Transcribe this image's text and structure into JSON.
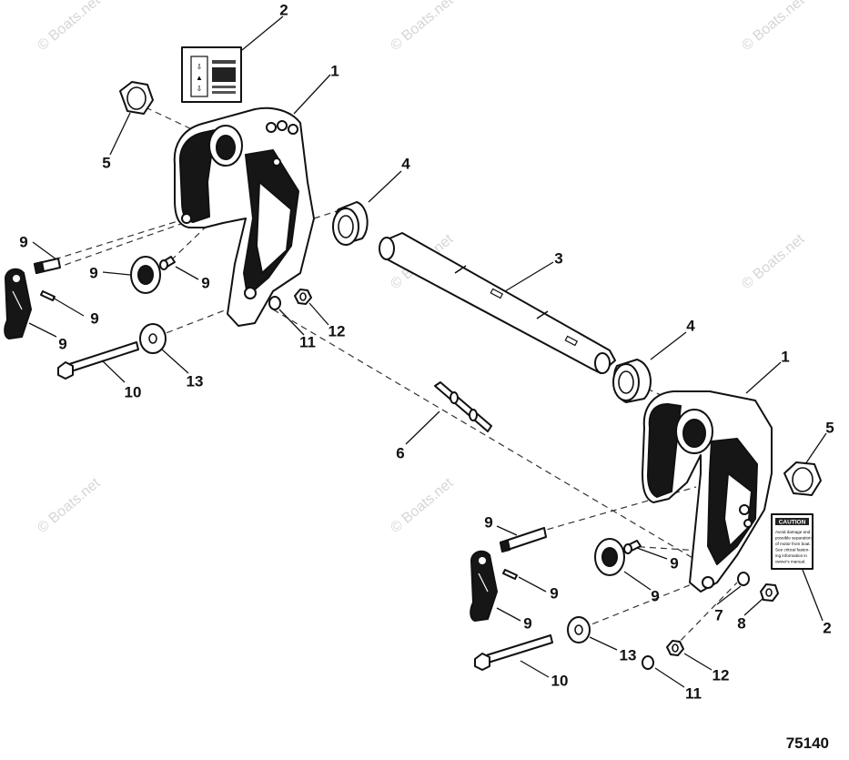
{
  "watermark": {
    "text": "© Boats.net"
  },
  "figure_number": "75140",
  "decal_caution": {
    "heading": "CAUTION",
    "lines": [
      "Avoid damage and",
      "possible separation",
      "of motor from boat.",
      "See critical fasten-",
      "ing information in",
      "owner's manual."
    ]
  },
  "callouts": {
    "c1a": "1",
    "c1b": "1",
    "c2a": "2",
    "c2b": "2",
    "c3": "3",
    "c4a": "4",
    "c4b": "4",
    "c5a": "5",
    "c5b": "5",
    "c6": "6",
    "c7": "7",
    "c8": "8",
    "c9a": "9",
    "c9b": "9",
    "c9c": "9",
    "c9d": "9",
    "c9e": "9",
    "c9f": "9",
    "c9g": "9",
    "c9h": "9",
    "c9i": "9",
    "c9j": "9",
    "c10a": "10",
    "c10b": "10",
    "c11a": "11",
    "c11b": "11",
    "c12a": "12",
    "c12b": "12",
    "c13a": "13",
    "c13b": "13"
  }
}
